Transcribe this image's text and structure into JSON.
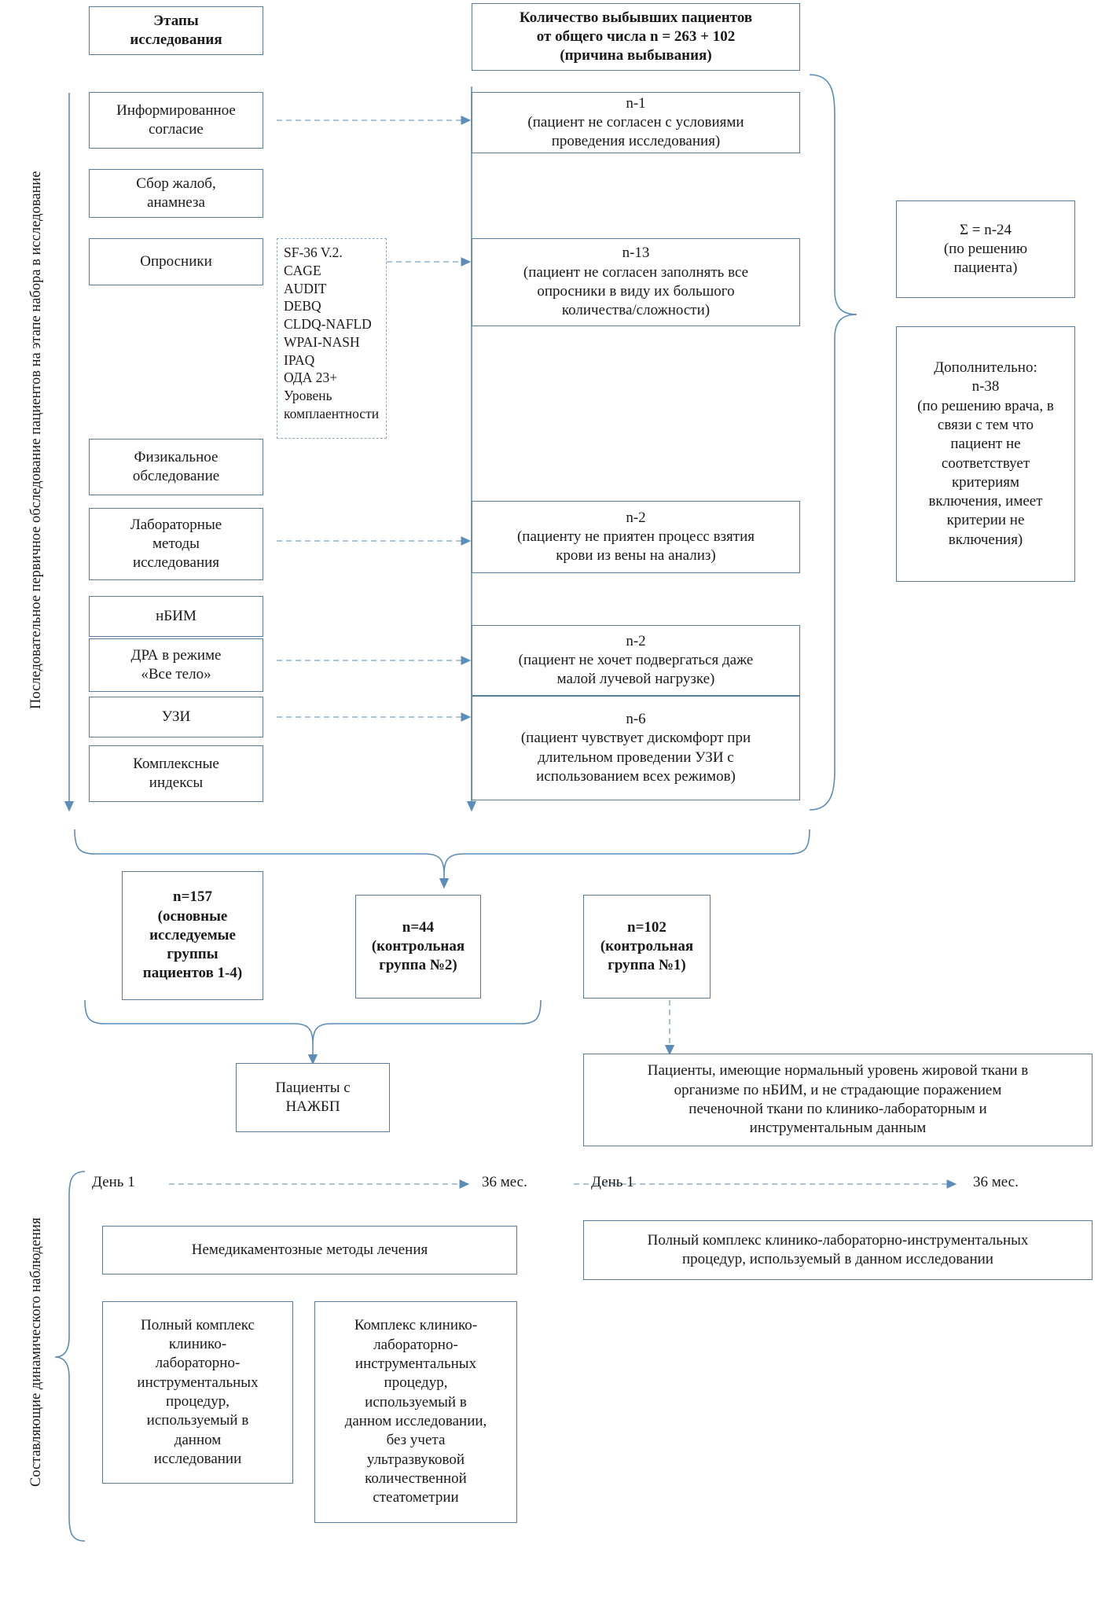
{
  "meta": {
    "accent_color": "#5b7c99",
    "arrow_color": "#5b8db8",
    "background": "#ffffff",
    "text_color": "#1a1a1a"
  },
  "headers": {
    "stages": "Этапы\nисследования",
    "dropouts": "Количество выбывших пациентов\nот общего числа n = 263 + 102\n(причина выбывания)"
  },
  "side_labels": {
    "top": "Последовательное первичное обследование пациентов на этапе набора в исследование",
    "bottom": "Составляющие динамического наблюдения"
  },
  "stages": [
    {
      "id": "consent",
      "label": "Информированное\nсогласие"
    },
    {
      "id": "complaints",
      "label": "Сбор жалоб,\nанамнеза"
    },
    {
      "id": "questionnaires",
      "label": "Опросники"
    },
    {
      "id": "physical",
      "label": "Физикальное\nобследование"
    },
    {
      "id": "lab",
      "label": "Лабораторные\nметоды\nисследования"
    },
    {
      "id": "nbim",
      "label": "нБИМ"
    },
    {
      "id": "dxa",
      "label": "ДРА в режиме\n«Все тело»"
    },
    {
      "id": "usg",
      "label": "УЗИ"
    },
    {
      "id": "indices",
      "label": "Комплексные\nиндексы"
    }
  ],
  "questionnaire_list": "SF-36 V.2.\nCAGE\nAUDIT\nDEBQ\nCLDQ-NAFLD\nWPAI-NASH\nIPAQ\nОДА 23+\nУровень\nкомплаентности",
  "dropouts": [
    {
      "id": "d1",
      "label": "n-1\n(пациент не согласен с условиями\nпроведения исследования)"
    },
    {
      "id": "d13",
      "label": "n-13\n(пациент не согласен заполнять все\nопросники в виду их большого\nколичества/сложности)"
    },
    {
      "id": "d2a",
      "label": "n-2\n(пациенту не приятен процесс взятия\nкрови из вены на анализ)"
    },
    {
      "id": "d2b",
      "label": "n-2\n(пациент не хочет подвергаться даже\nмалой лучевой нагрузке)"
    },
    {
      "id": "d6",
      "label": "n-6\n(пациент чувствует дискомфорт при\nдлительном проведении УЗИ с\nиспользованием всех режимов)"
    }
  ],
  "summaries": [
    {
      "id": "sum-patient",
      "label": "Σ = n-24\n(по решению\nпациента)"
    },
    {
      "id": "sum-doctor",
      "label": "Дополнительно:\nn-38\n(по решению врача, в\nсвязи с тем что\nпациент не\nсоответствует\nкритериям\nвключения, имеет\nкритерии не\nвключения)"
    }
  ],
  "groups": [
    {
      "id": "main-group",
      "label": "n=157\n(основные\nисследуемые\nгруппы\nпациентов 1-4)"
    },
    {
      "id": "control-2",
      "label": "n=44\n(контрольная\nгруппа №2)"
    },
    {
      "id": "control-1",
      "label": "n=102\n(контрольная\nгруппа №1)"
    }
  ],
  "outcomes": {
    "nafld": "Пациенты с\nНАЖБП",
    "control_description": "Пациенты, имеющие нормальный уровень жировой ткани в\nорганизме по нБИМ, и не страдающие поражением\nпеченочной ткани по клинико-лабораторным и\nинструментальным данным"
  },
  "timelines": [
    {
      "id": "timeline-left",
      "start": "День 1",
      "end": "36 мес."
    },
    {
      "id": "timeline-right",
      "start": "День 1",
      "end": "36 мес."
    }
  ],
  "followup": {
    "nonpharma": "Немедикаментозные методы лечения",
    "full_complex": "Полный комплекс\nклинико-\nлабораторно-\nинструментальных\nпроцедур,\nиспользуемый в\nданном\nисследовании",
    "reduced_complex": "Комплекс клинико-\nлабораторно-\nинструментальных\nпроцедур,\nиспользуемый в\nданном исследовании,\nбез учета\nультразвуковой\nколичественной\nстеатометрии",
    "right_complex": "Полный комплекс клинико-лабораторно-инструментальных\nпроцедур, используемый в данном исследовании"
  }
}
